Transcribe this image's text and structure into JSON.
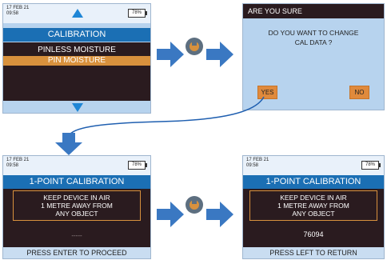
{
  "screen1": {
    "date": "17 FEB 21",
    "time": "09:58",
    "battery": "78%",
    "title": "CALIBRATION",
    "items": [
      "PINLESS MOISTURE",
      "PIN MOISTURE"
    ],
    "selected_index": 1
  },
  "dialog": {
    "title": "ARE YOU SURE",
    "line1": "DO YOU WANT TO CHANGE",
    "line2": "CAL DATA ?",
    "yes": "YES",
    "no": "NO"
  },
  "screen3": {
    "date": "17 FEB 21",
    "time": "09:58",
    "battery": "78%",
    "title": "1-POINT CALIBRATION",
    "line1": "KEEP DEVICE IN AIR",
    "line2": "1 METRE AWAY FROM",
    "line3": "ANY OBJECT",
    "value": "-----",
    "footer": "PRESS ENTER TO PROCEED"
  },
  "screen4": {
    "date": "17 FEB 21",
    "time": "09:58",
    "battery": "78%",
    "title": "1-POINT CALIBRATION",
    "line1": "KEEP DEVICE IN AIR",
    "line2": "1 METRE AWAY FROM",
    "line3": "ANY OBJECT",
    "value": "76094",
    "footer": "PRESS LEFT TO RETURN"
  },
  "icons": {
    "step_arrow": "right-arrow-icon",
    "enter_button": "power-knob-icon",
    "flow_down": "down-arrow-icon"
  },
  "colors": {
    "accent_orange": "#d8913d",
    "title_blue": "#1b6fb4",
    "arrow_blue": "#3a78c2",
    "screen_dark": "#2a1b1f"
  }
}
